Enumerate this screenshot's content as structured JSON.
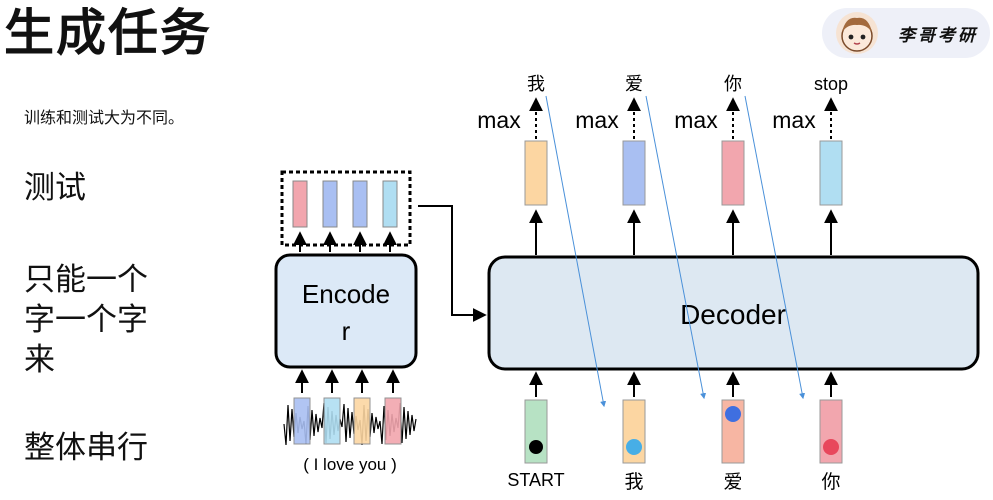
{
  "title": "生成任务",
  "intro": "训练和测试大为不同。",
  "side_labels": [
    "测试",
    "只能一个",
    "字一个字",
    "来",
    "整体串行"
  ],
  "badge": {
    "text": "李哥考研",
    "icon": "cartoon-avatar-icon"
  },
  "encoder": {
    "label_line1": "Encode",
    "label_line2": "r",
    "input_caption": "( I love you  )"
  },
  "decoder": {
    "label": "Decoder"
  },
  "outputs": [
    {
      "max": "max",
      "token": "我",
      "color": "#fcd6a2"
    },
    {
      "max": "max",
      "token": "爱",
      "color": "#a9bff2"
    },
    {
      "max": "max",
      "token": "你",
      "color": "#f2a6ae"
    },
    {
      "max": "max",
      "token": "stop",
      "color": "#b0def2"
    }
  ],
  "inputs": [
    {
      "token": "START",
      "color": "#b7e2c4",
      "dot": "#000000"
    },
    {
      "token": "我",
      "color": "#fcd6a2",
      "dot": "#47aee6"
    },
    {
      "token": "爱",
      "color": "#f7b6a3",
      "dot": "#3f6fe0"
    },
    {
      "token": "你",
      "color": "#f2a6ae",
      "dot": "#e8475c"
    }
  ],
  "encoder_outputs": [
    "#f2a6ae",
    "#a9bff2",
    "#a9bff2",
    "#b0def2"
  ],
  "encoder_inputs": [
    "#a9bff2",
    "#b0def2",
    "#fcd6a2",
    "#f2a6ae"
  ]
}
